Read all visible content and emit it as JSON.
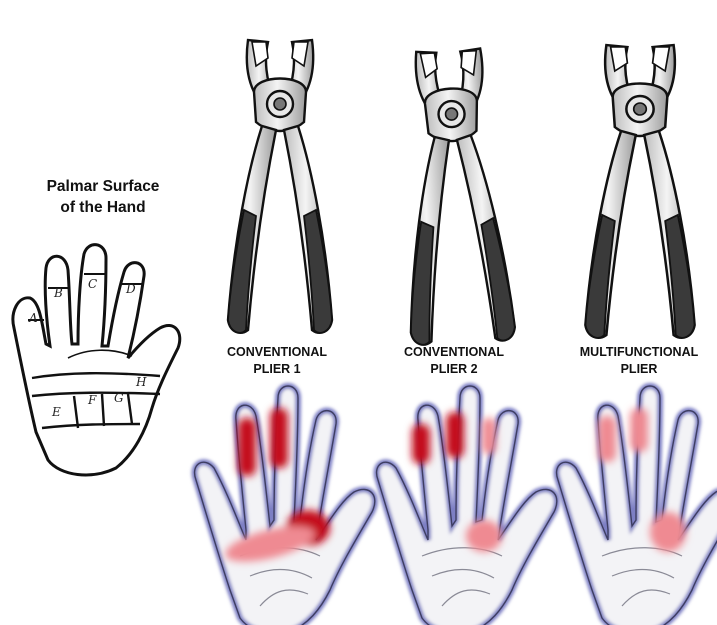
{
  "title": {
    "line1": "Palmar Surface",
    "line2": "of the Hand"
  },
  "hand_zones": [
    "A",
    "B",
    "C",
    "D",
    "E",
    "F",
    "G",
    "H"
  ],
  "tools": [
    {
      "line1": "CONVENTIONAL",
      "line2": "PLIER 1",
      "icon": "plier-icon"
    },
    {
      "line1": "CONVENTIONAL",
      "line2": "PLIER 2",
      "icon": "plier-icon"
    },
    {
      "line1": "MULTIFUNCTIONAL",
      "line2": "PLIER",
      "icon": "plier-icon"
    }
  ],
  "colors": {
    "outline": "#111111",
    "hand_outline": "#7d7fc4",
    "pressure_high": "#c4101c",
    "pressure_low": "#ef8a92",
    "grip": "#3a3a3a"
  }
}
